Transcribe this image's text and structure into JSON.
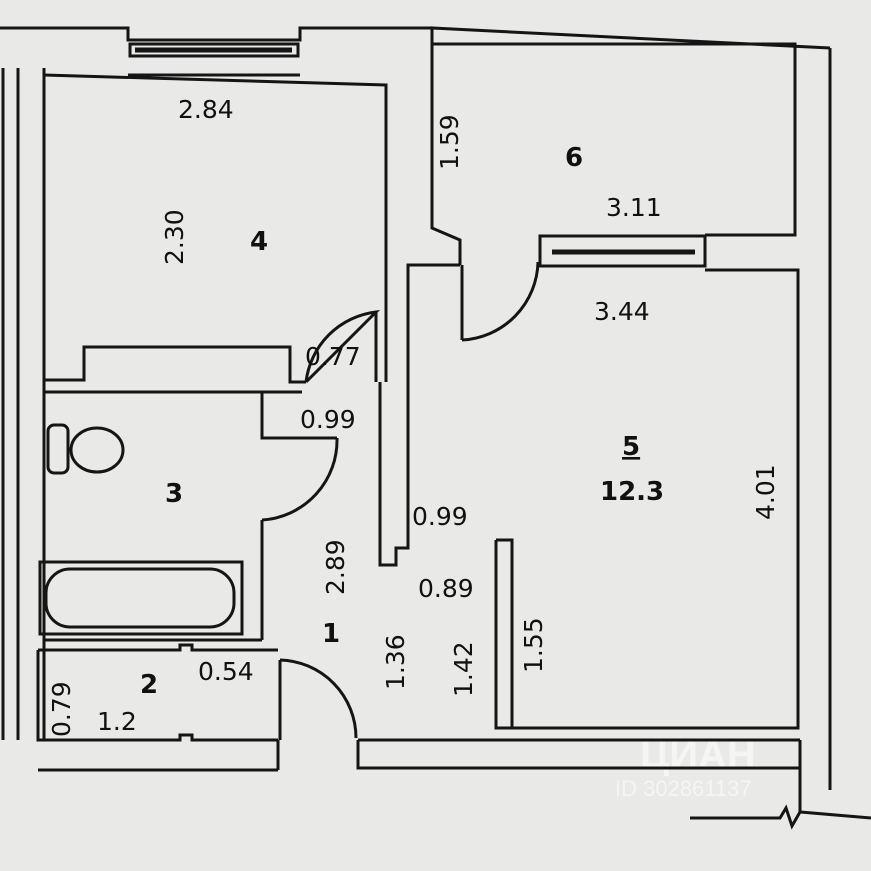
{
  "rooms": [
    {
      "id": "1",
      "number": "1"
    },
    {
      "id": "2",
      "number": "2"
    },
    {
      "id": "3",
      "number": "3"
    },
    {
      "id": "4",
      "number": "4"
    },
    {
      "id": "5",
      "number": "5",
      "area": "12.3"
    },
    {
      "id": "6",
      "number": "6"
    }
  ],
  "dimensions": {
    "room4_width": "2.84",
    "room4_depth": "2.30",
    "room4_door": "0.77",
    "room3_door": "0.99",
    "hall_length": "2.89",
    "hall_width_top": "0.99",
    "hall_width_mid": "0.89",
    "hall_lower_a": "1.36",
    "hall_lower_b": "1.42",
    "partition": "1.55",
    "room2_door": "0.54",
    "room2_height": "0.79",
    "room2_width": "1.2",
    "room6_depth": "1.59",
    "room6_width": "3.11",
    "room5_width": "3.44",
    "room5_depth": "4.01"
  },
  "watermark": {
    "brand": "ЦИАН",
    "id": "ID 302861137"
  },
  "colors": {
    "paper": "#e9e9e7",
    "line": "#151515"
  }
}
